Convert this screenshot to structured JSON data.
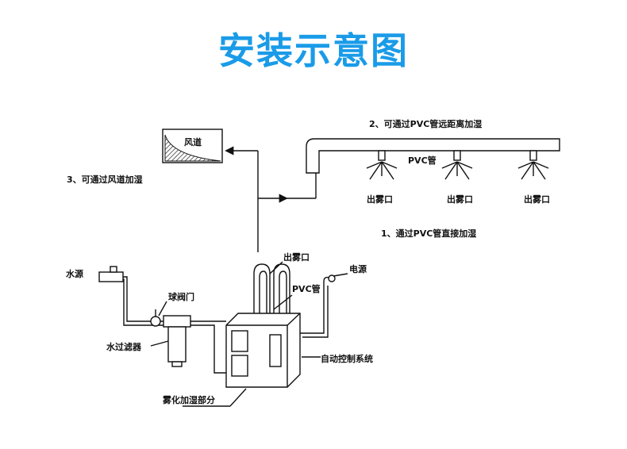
{
  "title": "安装示意图",
  "colors": {
    "title": "#1a9be8",
    "line": "#111111",
    "hatch": "#333333"
  },
  "labels": {
    "duct": "风道",
    "option3": "3、可通过风道加湿",
    "option2": "2、可通过PVC管远距离加湿",
    "pvc_top": "PVC管",
    "outlet": "出雾口",
    "option1": "1、通过PVC管直接加湿",
    "mist_outlet": "出雾口",
    "pvc_pipe": "PVC管",
    "power": "电源",
    "water_source": "水源",
    "ball_valve": "球阀门",
    "water_filter": "水过滤器",
    "auto_control": "自动控制系统",
    "atomizer": "雾化加湿部分"
  }
}
